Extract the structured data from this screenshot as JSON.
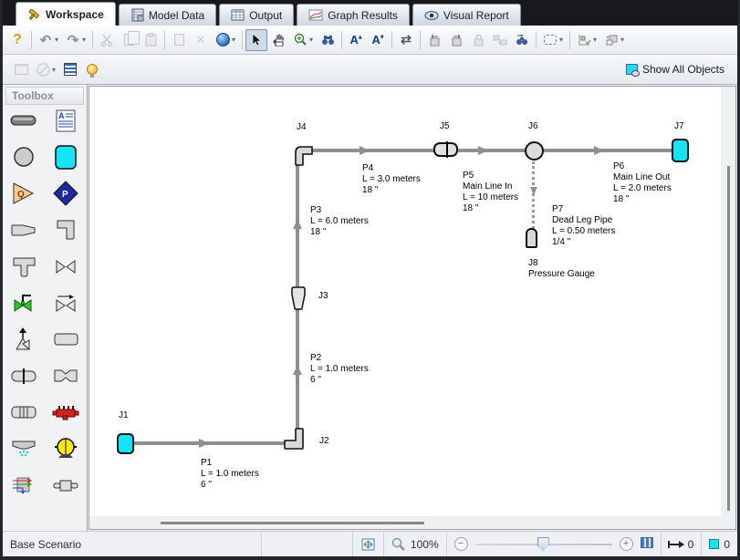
{
  "tabs": [
    {
      "label": "Workspace"
    },
    {
      "label": "Model Data"
    },
    {
      "label": "Output"
    },
    {
      "label": "Graph Results"
    },
    {
      "label": "Visual Report"
    }
  ],
  "toolbar": {
    "show_all_objects": "Show All Objects"
  },
  "toolbox": {
    "title": "Toolbox"
  },
  "canvas": {
    "junctions": {
      "j1": "J1",
      "j2": "J2",
      "j3": "J3",
      "j4": "J4",
      "j5": "J5",
      "j6": "J6",
      "j7": "J7",
      "j8": "J8",
      "j8_name": "Pressure Gauge"
    },
    "pipes": {
      "p1": {
        "lines": [
          "P1",
          "L = 1.0 meters",
          "6 \""
        ]
      },
      "p2": {
        "lines": [
          "P2",
          "L = 1.0 meters",
          "6 \""
        ]
      },
      "p3": {
        "lines": [
          "P3",
          "L = 6.0 meters",
          "18 \""
        ]
      },
      "p4": {
        "lines": [
          "P4",
          "L = 3.0 meters",
          "18 \""
        ]
      },
      "p5": {
        "lines": [
          "P5",
          "Main Line In",
          "L = 10 meters",
          "18 \""
        ]
      },
      "p6": {
        "lines": [
          "P6",
          "Main Line Out",
          "L = 2.0 meters",
          "18 \""
        ]
      },
      "p7": {
        "lines": [
          "P7",
          "Dead Leg Pipe",
          "L = 0.50 meters",
          "1/4 \""
        ]
      }
    }
  },
  "statusbar": {
    "scenario": "Base Scenario",
    "zoom": "100%",
    "pipes_selected": "0",
    "junctions_selected": "0"
  },
  "colors": {
    "accent_cyan": "#19e2ef",
    "pipe_gray": "#8f8f8f",
    "tabstrip_dark": "#17191e"
  }
}
